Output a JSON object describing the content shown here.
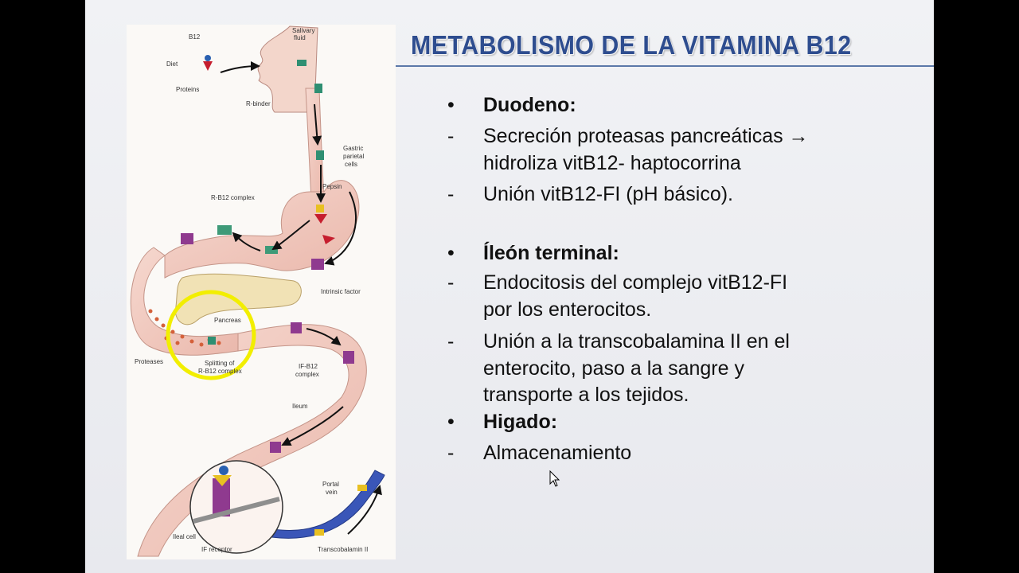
{
  "slide": {
    "title": "METABOLISMO  DE LA  VITAMINA B12",
    "colors": {
      "title": "#2e4d8f",
      "rule": "#5b78a8",
      "background": "#edeef2",
      "highlight_circle": "#f2ee00"
    },
    "bullets": [
      {
        "marker": "•",
        "text": "Duodeno:",
        "bold": true
      },
      {
        "marker": "-",
        "text": "Secreción proteasas pancreáticas →",
        "bold": false
      },
      {
        "marker": "",
        "text": "hidroliza vitB12- haptocorrina",
        "bold": false
      },
      {
        "marker": "-",
        "text": "Unión vitB12-FI (pH básico).",
        "bold": false
      },
      {
        "marker": "•",
        "text": "Íleón terminal:",
        "bold": true
      },
      {
        "marker": "-",
        "text": "Endocitosis del complejo vitB12-FI",
        "bold": false
      },
      {
        "marker": "",
        "text": "por los  enterocitos.",
        "bold": false
      },
      {
        "marker": "-",
        "text": "Unión a la transcobalamina II en el",
        "bold": false
      },
      {
        "marker": "",
        "text": "enterocito, paso a la sangre y",
        "bold": false
      },
      {
        "marker": "",
        "text": "transporte  a los tejidos.",
        "bold": false
      },
      {
        "marker": "•",
        "text": "Higado:",
        "bold": true
      },
      {
        "marker": "-",
        "text": "Almacenamiento",
        "bold": false
      }
    ]
  },
  "figure": {
    "labels": {
      "b12": "B12",
      "diet": "Diet",
      "proteins": "Proteins",
      "salivary": "Salivary",
      "fluid": "fluid",
      "r_binder": "R-binder",
      "gastric1": "Gastric",
      "gastric2": "parietal",
      "gastric3": "cells",
      "pepsin": "Pepsin",
      "rb12": "R-B12 complex",
      "intrinsic": "Intrinsic factor",
      "pancreas": "Pancreas",
      "proteases": "Proteases",
      "splitting1": "Splitting of",
      "splitting2": "R-B12 complex",
      "ifb12_1": "IF-B12",
      "ifb12_2": "complex",
      "ileum": "Ileum",
      "portal1": "Portal",
      "portal2": "vein",
      "ileal": "Ileal cell",
      "ifreceptor": "IF receptor",
      "transcobalamin": "Transcobalamin II"
    },
    "icons": [
      "arrow-icon",
      "complex-icon",
      "magnifier-circle-icon"
    ]
  }
}
